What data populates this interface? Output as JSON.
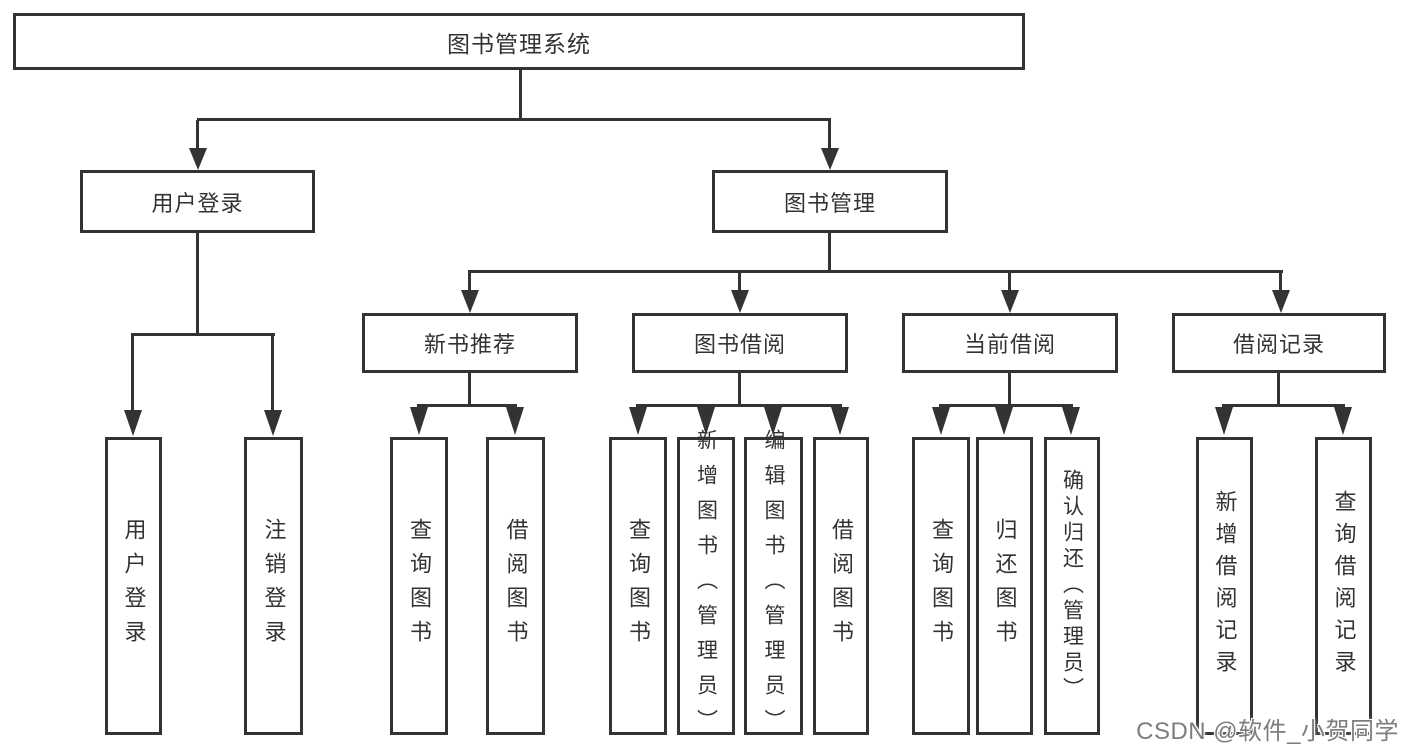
{
  "colors": {
    "line": "#333333",
    "text": "#333333",
    "watermark": "#7d7d7d",
    "background": "#ffffff"
  },
  "diagram": {
    "root": "图书管理系统",
    "level2": [
      "用户登录",
      "图书管理"
    ],
    "level3": [
      "新书推荐",
      "图书借阅",
      "当前借阅",
      "借阅记录"
    ],
    "leaves": [
      "用户登录",
      "注销登录",
      "查询图书",
      "借阅图书",
      "查询图书",
      "新增图书（管理员）",
      "编辑图书（管理员）",
      "借阅图书",
      "查询图书",
      "归还图书",
      "确认归还（管理员）",
      "新增借阅记录",
      "查询借阅记录"
    ]
  },
  "watermark": "CSDN @软件_小贺同学"
}
